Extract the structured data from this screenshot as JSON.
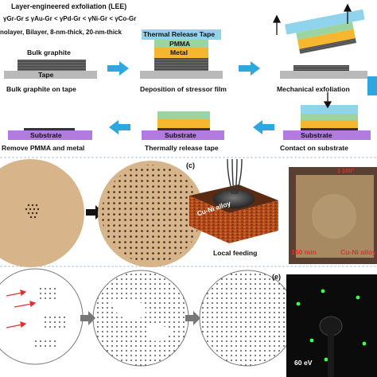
{
  "panel_a": {
    "title": "Layer-engineered exfoliation (LEE)",
    "inequality": "γGr-Gr ≤ γAu-Gr < γPd-Gr < γNi-Gr < γCo-Gr",
    "thickness_list": "nolayer, Bilayer, 8-nm-thick, 20-nm-thick",
    "steps": [
      {
        "caption": "Bulk graphite on tape",
        "labels": [
          "Bulk graphite",
          "Tape"
        ]
      },
      {
        "caption": "Deposition of stressor film",
        "labels": [
          "Thermal Release Tape",
          "PMMA",
          "Metal"
        ]
      },
      {
        "caption": "Mechanical exfoliation",
        "labels": []
      },
      {
        "caption": "Contact on substrate",
        "labels": [
          "Substrate"
        ]
      },
      {
        "caption": "Thermally release tape",
        "labels": [
          "Substrate"
        ]
      },
      {
        "caption": "Remove PMMA and metal",
        "labels": [
          "Substrate"
        ]
      }
    ]
  },
  "panel_c": {
    "tag": "(c)",
    "caption": "Local feeding",
    "alloy_label": "Cu-Ni alloy",
    "photo_labels": {
      "scale": "150 min",
      "material": "Cu-Ni alloy",
      "orientation": "1 100°"
    }
  },
  "panel_e": {
    "tag": "(e)",
    "energy": "60 eV"
  },
  "colors": {
    "tape_gray": "#b9b9b9",
    "graphite": "#3b3b3b",
    "thermal_tape": "#8fd3ec",
    "pmma": "#9bd3a1",
    "metal": "#f5b730",
    "substrate": "#b27be0",
    "arrow_blue": "#2ea7e0",
    "wafer_tan": "#d8b48a",
    "watermark": "#c9c9c9"
  }
}
